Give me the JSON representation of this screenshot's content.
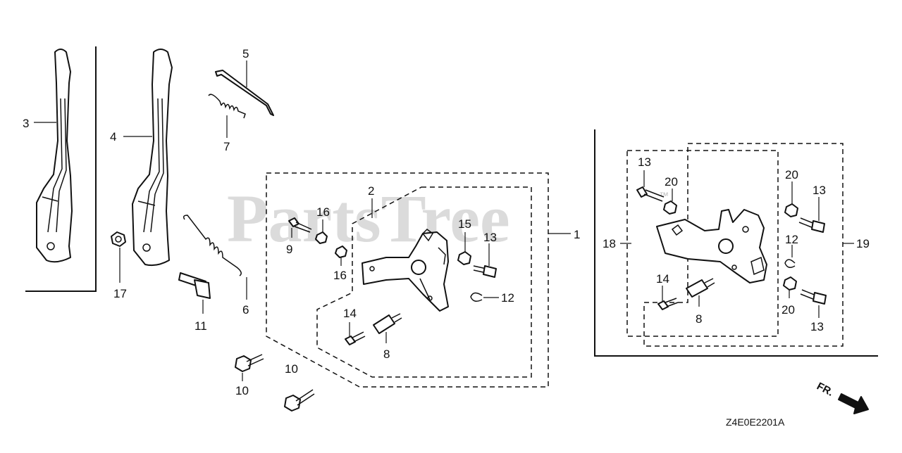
{
  "diagram": {
    "watermark": "PartsTree",
    "watermark_mark": "™",
    "drawing_code": "Z4E0E2201A",
    "direction_label": "FR.",
    "callouts": {
      "c3": "3",
      "c4": "4",
      "c5": "5",
      "c7": "7",
      "c17": "17",
      "c11": "11",
      "c6": "6",
      "c10a": "10",
      "c10b": "10",
      "c2": "2",
      "c1": "1",
      "c16a": "16",
      "c16b": "16",
      "c9": "9",
      "c15": "15",
      "c13a": "13",
      "c12a": "12",
      "c14a": "14",
      "c8a": "8",
      "c13b": "13",
      "c20a": "20",
      "c20b": "20",
      "c13c": "13",
      "c18": "18",
      "c19": "19",
      "c12b": "12",
      "c14b": "14",
      "c8b": "8",
      "c13d": "13"
    }
  }
}
